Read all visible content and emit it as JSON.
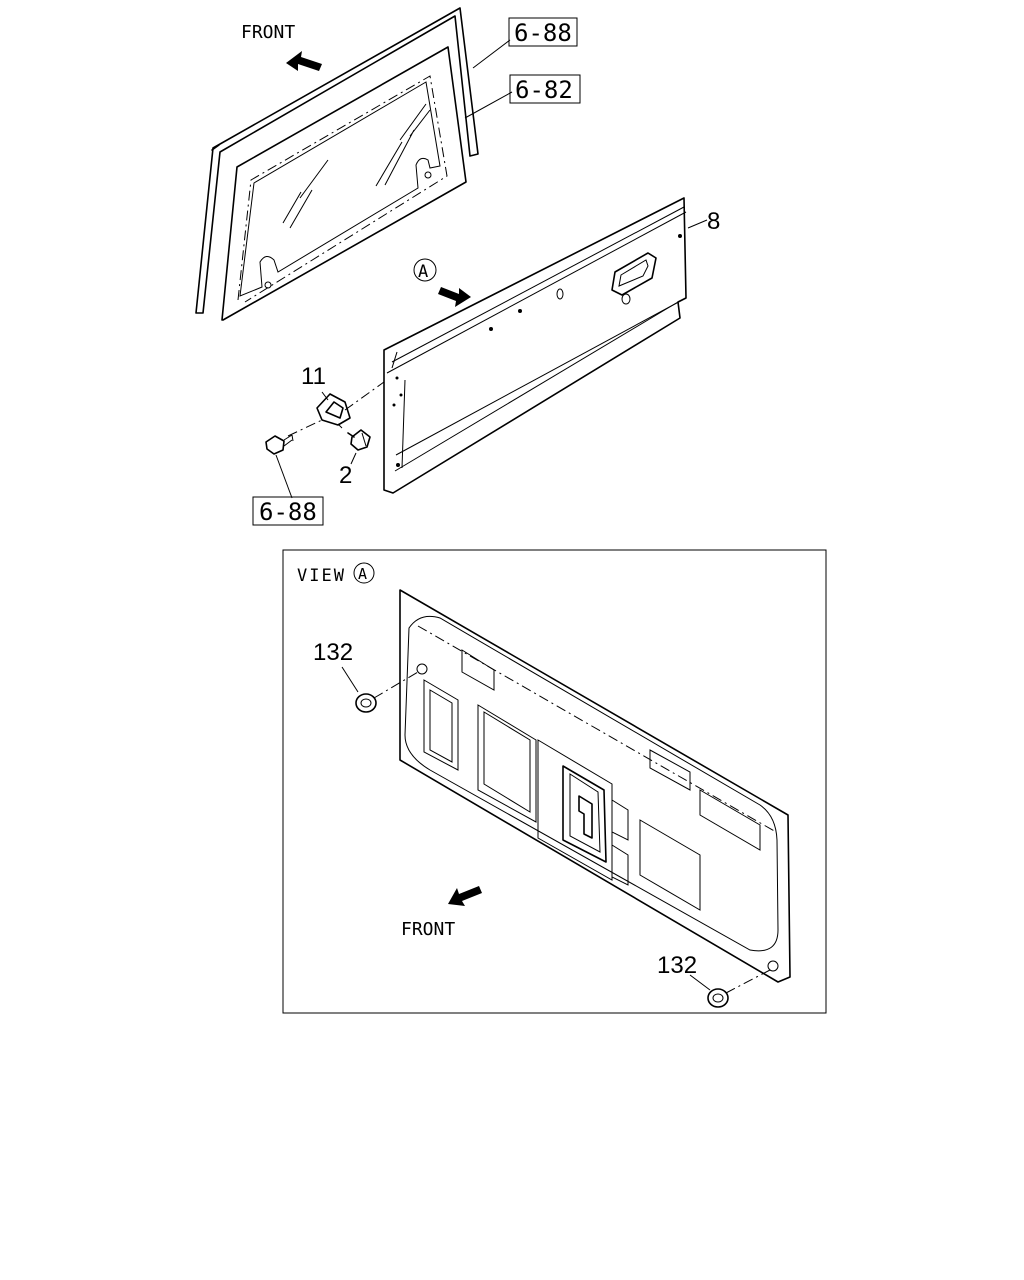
{
  "diagram": {
    "top": {
      "front_label": "FRONT",
      "ref_window_frame": "6-88",
      "ref_window_glass": "6-82",
      "part_door_panel": "8",
      "view_marker": "A",
      "part_hinge": "11",
      "part_bolt": "2",
      "ref_bolt": "6-88"
    },
    "view_box": {
      "title": "VIEW",
      "title_marker": "A",
      "part_plug_upper": "132",
      "part_plug_lower": "132",
      "front_label": "FRONT"
    }
  }
}
